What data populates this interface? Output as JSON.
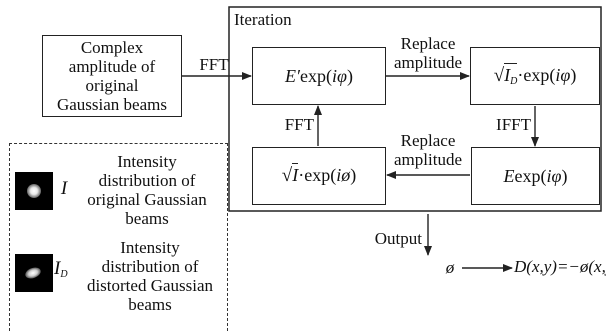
{
  "input_box": {
    "lines": [
      "Complex",
      "amplitude of",
      "original",
      "Gaussian beams"
    ]
  },
  "fft_label": "FFT",
  "iteration_label": "Iteration",
  "top_left_node": {
    "prefix": "E′",
    "func": "exp(",
    "var": "iφ",
    "close": ")"
  },
  "top_right_node": {
    "root": "I",
    "root_sub": "D",
    "dot": "·",
    "func": "exp(",
    "var": "iφ",
    "close": ")"
  },
  "bottom_left_node": {
    "root": "I",
    "dot": "·",
    "func": "exp(",
    "var": "iø",
    "close": ")"
  },
  "bottom_right_node": {
    "prefix": "E",
    "func": "exp(",
    "var": "iφ",
    "close": ")"
  },
  "replace_top": {
    "line1": "Replace",
    "line2": "amplitude"
  },
  "replace_bottom": {
    "line1": "Replace",
    "line2": "amplitude"
  },
  "ifft_label": "IFFT",
  "fft_loop_label": "FFT",
  "output_label": "Output",
  "result": {
    "phase_symbol": "ø",
    "formula": "D(x,y)=−ø(x,y)"
  },
  "legend": {
    "items": [
      {
        "symbol": "I",
        "symbol_sub": "",
        "lines": [
          "Intensity",
          "distribution of",
          "original Gaussian",
          "beams"
        ]
      },
      {
        "symbol": "I",
        "symbol_sub": "D",
        "lines": [
          "Intensity",
          "distribution of",
          "distorted Gaussian",
          "beams"
        ]
      }
    ]
  }
}
